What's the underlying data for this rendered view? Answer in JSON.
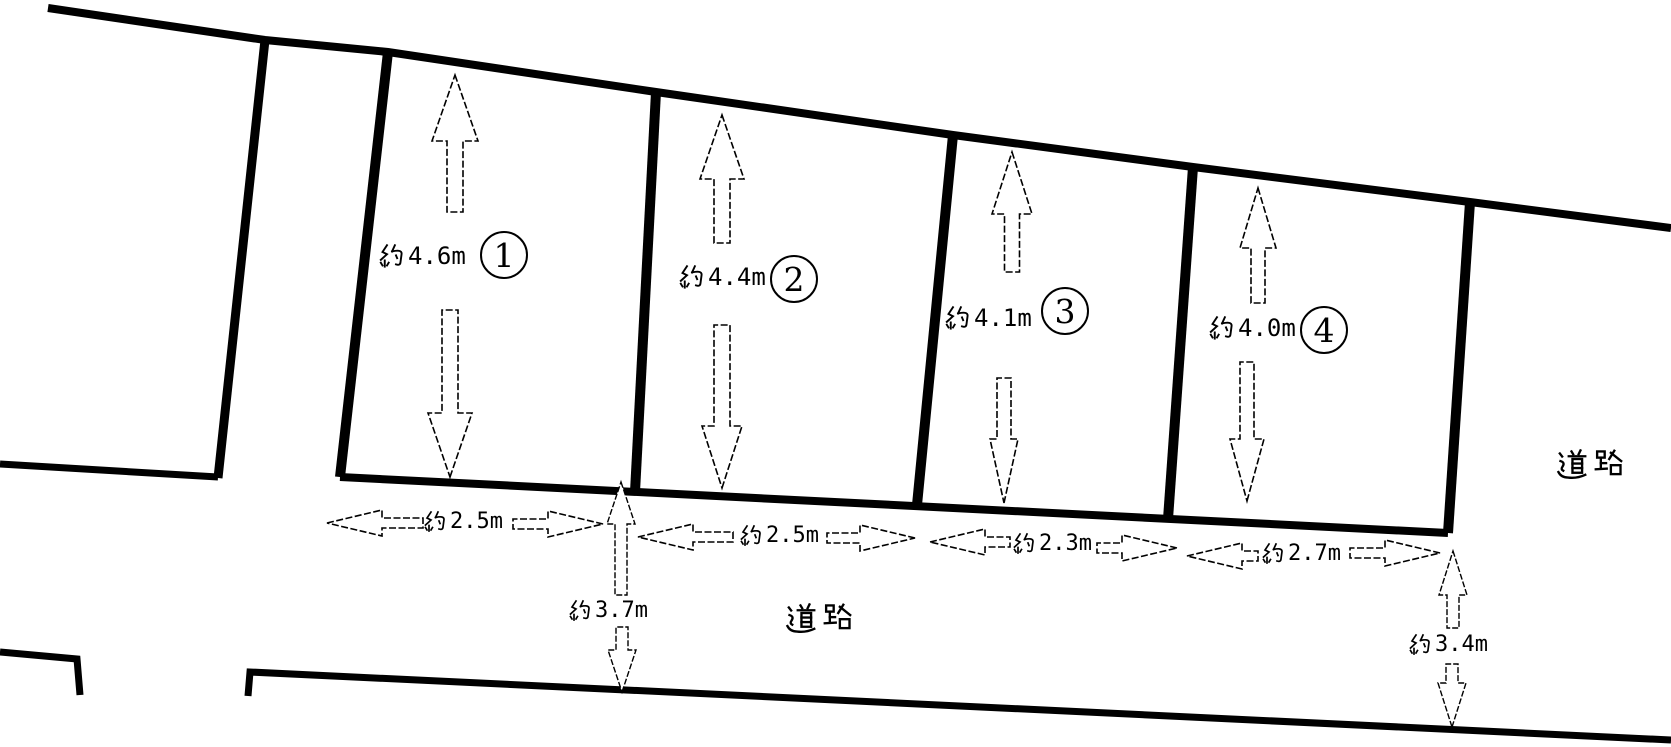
{
  "diagram": {
    "lots": [
      {
        "number": "1",
        "depth_label": "約4.6m",
        "depth_value": "4.6m"
      },
      {
        "number": "2",
        "depth_label": "約4.4m",
        "depth_value": "4.4m"
      },
      {
        "number": "3",
        "depth_label": "約4.1m",
        "depth_value": "4.1m"
      },
      {
        "number": "4",
        "depth_label": "約4.0m",
        "depth_value": "4.0m"
      }
    ],
    "frontage_widths": [
      {
        "label": "約2.5m",
        "value": "2.5m"
      },
      {
        "label": "約2.5m",
        "value": "2.5m"
      },
      {
        "label": "約2.3m",
        "value": "2.3m"
      },
      {
        "label": "約2.7m",
        "value": "2.7m"
      }
    ],
    "road_widths": [
      {
        "label": "約3.7m",
        "value": "3.7m"
      },
      {
        "label": "約3.4m",
        "value": "3.4m"
      }
    ],
    "road_labels": [
      {
        "text": "道路",
        "position": "bottom-center"
      },
      {
        "text": "道路",
        "position": "right"
      }
    ],
    "colors": {
      "line": "#000000",
      "background": "#ffffff"
    }
  }
}
